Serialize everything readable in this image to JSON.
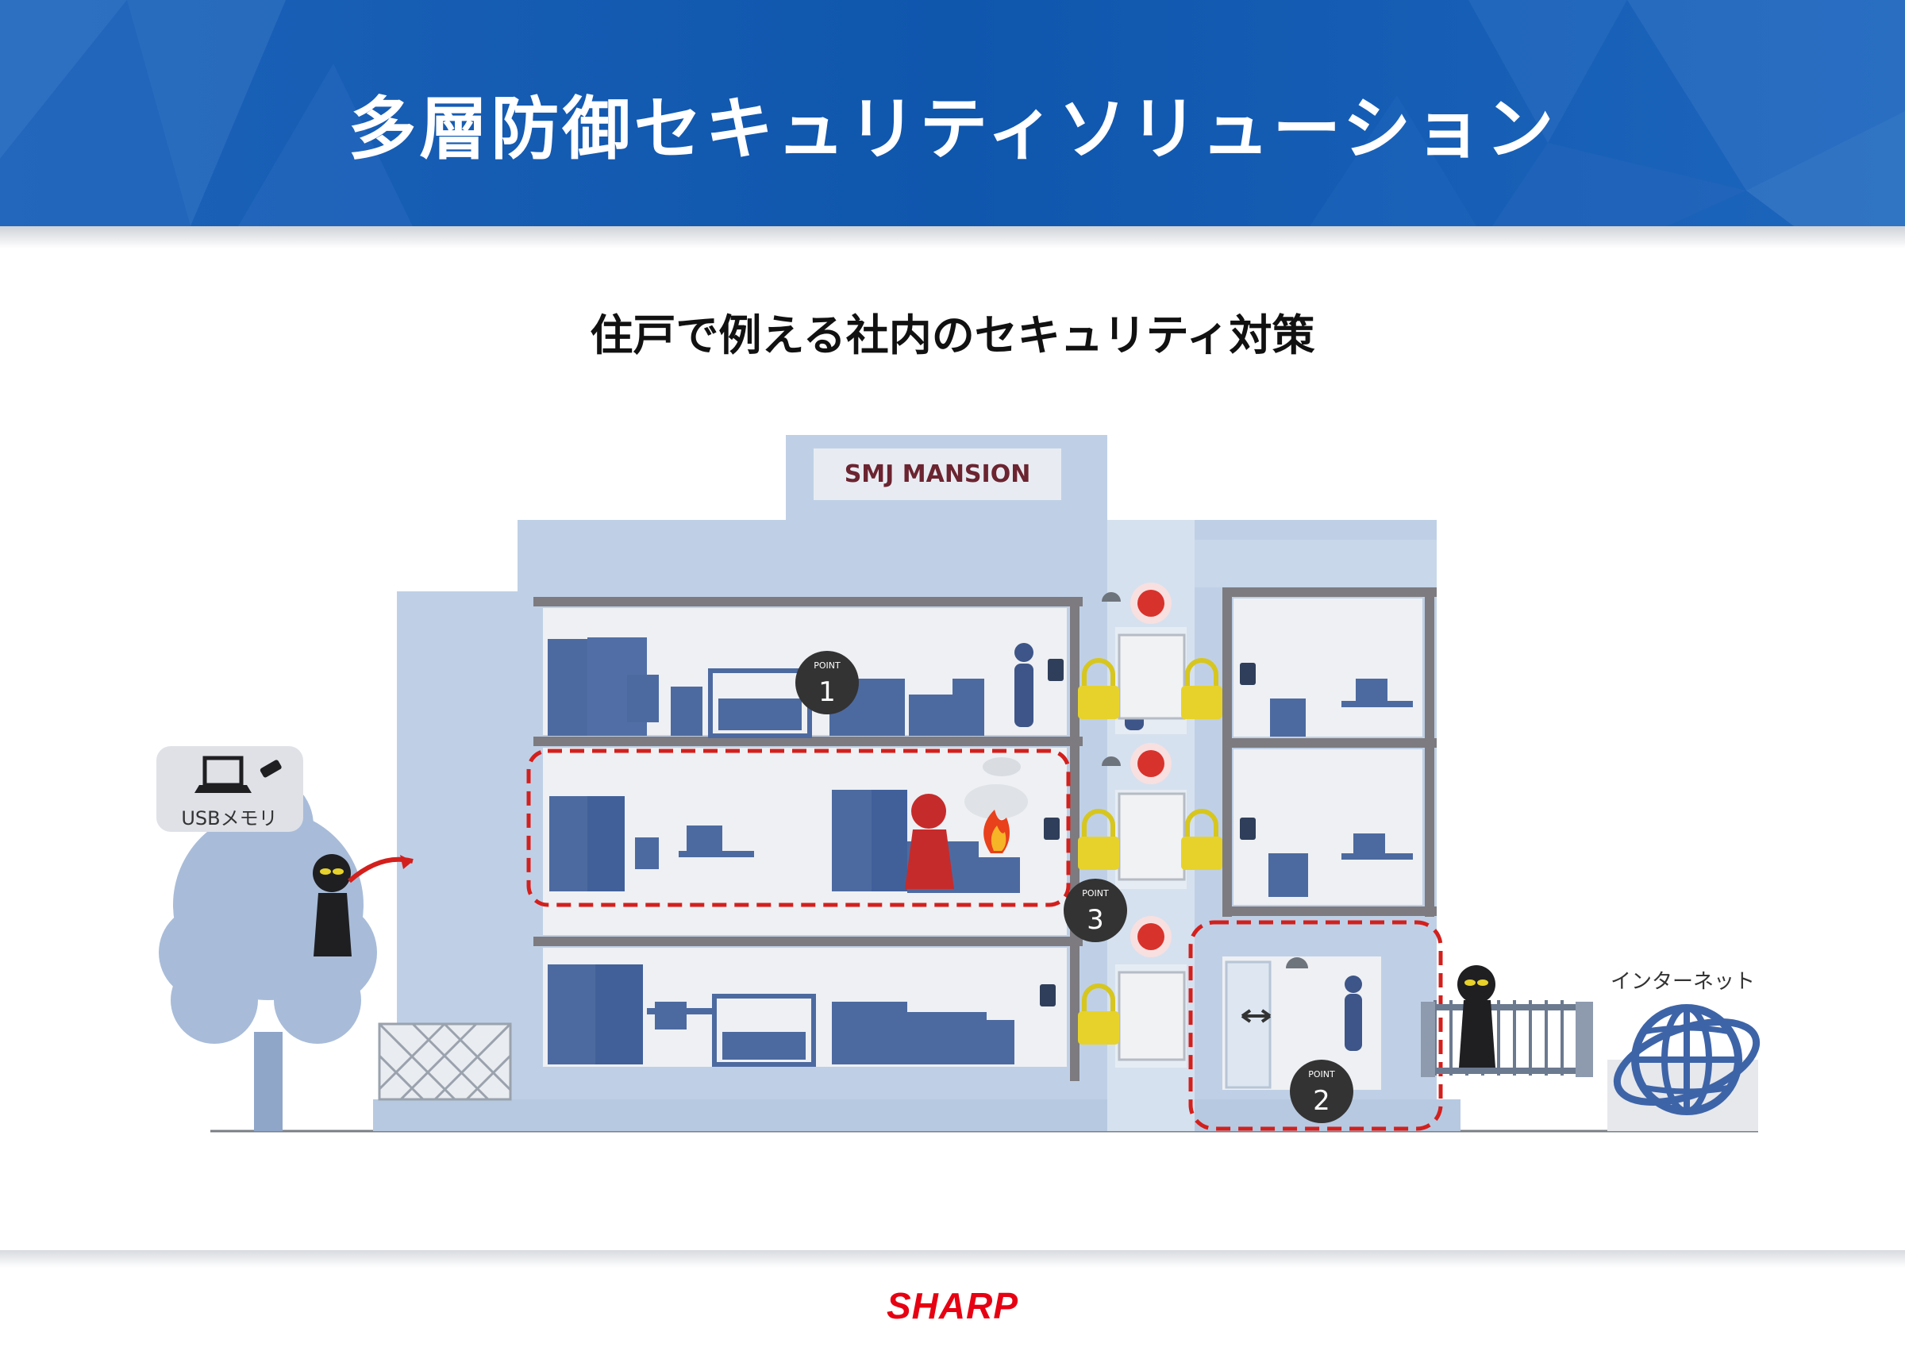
{
  "header": {
    "title": "多層防御セキュリティソリューション",
    "bg_color": "#1a5fb4"
  },
  "subtitle": "住戸で例える社内のセキュリティ対策",
  "building": {
    "sign": "SMJ MANSION",
    "point_word": "POINT",
    "points": [
      "1",
      "2",
      "3"
    ]
  },
  "usb": {
    "label": "USBメモリ"
  },
  "internet": {
    "label": "インターネット"
  },
  "footer": {
    "logo": "SHARP",
    "logo_color": "#e60012"
  },
  "icons": [
    "laptop-icon",
    "usb-stick-icon",
    "globe-icon",
    "padlock-icon",
    "alarm-icon",
    "camera-icon",
    "fire-icon",
    "intruder-icon"
  ]
}
